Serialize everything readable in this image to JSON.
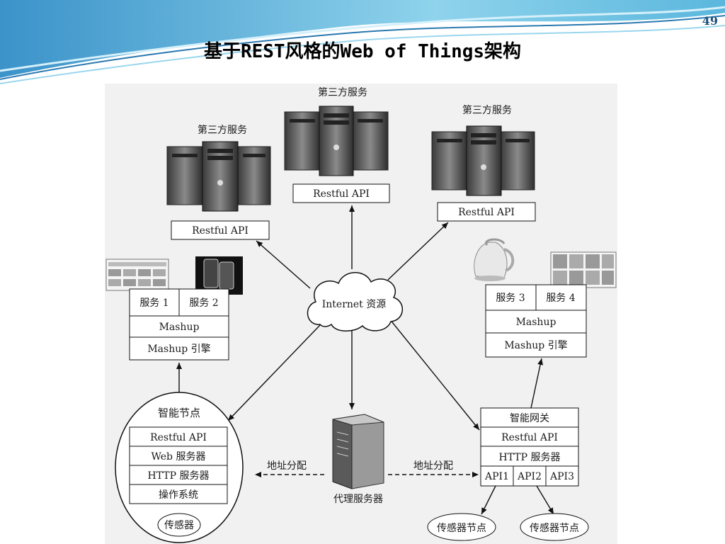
{
  "page_number": "49",
  "title": "基于REST风格的Web of Things架构",
  "diagram": {
    "third_party_service": "第三方服务",
    "restful_api": "Restful API",
    "internet_resource": "Internet 资源",
    "mashup_left": {
      "service_a": "服务 1",
      "service_b": "服务 2",
      "mashup": "Mashup",
      "engine": "Mashup 引擎"
    },
    "mashup_right": {
      "service_a": "服务 3",
      "service_b": "服务 4",
      "mashup": "Mashup",
      "engine": "Mashup 引擎"
    },
    "smart_node": {
      "title": "智能节点",
      "layers": [
        "Restful API",
        "Web 服务器",
        "HTTP 服务器",
        "操作系统"
      ],
      "sensor": "传感器"
    },
    "proxy_server": "代理服务器",
    "address_allocation": "地址分配",
    "smart_gateway": {
      "title": "智能网关",
      "restful_api": "Restful API",
      "http_server": "HTTP 服务器",
      "apis": [
        "API1",
        "API2",
        "API3"
      ]
    },
    "sensor_node": "传感器节点"
  }
}
